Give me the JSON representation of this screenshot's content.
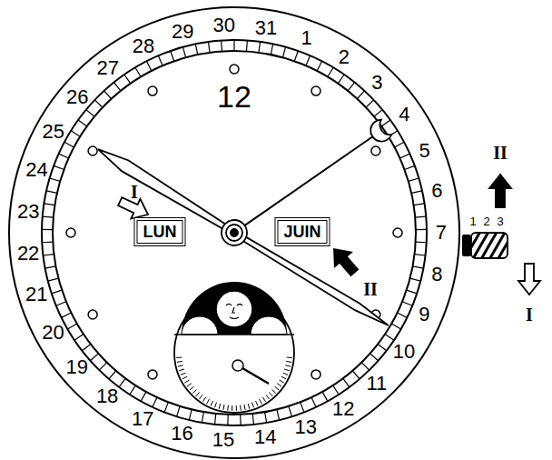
{
  "diagram": {
    "nodes": [
      {
        "text": [
          "LUN"
        ]
      },
      {
        "text": [
          "JUIN"
        ]
      }
    ],
    "labels": [
      "1",
      "2",
      "3",
      "4",
      "5",
      "6",
      "7",
      "8",
      "9",
      "10",
      "11",
      "12",
      "13",
      "14",
      "15",
      "16",
      "17",
      "18",
      "19",
      "20",
      "21",
      "22",
      "23",
      "24",
      "25",
      "26",
      "27",
      "28",
      "29",
      "30",
      "31",
      "12",
      "I",
      "II",
      "1",
      "2",
      "3",
      "II",
      "I"
    ]
  }
}
